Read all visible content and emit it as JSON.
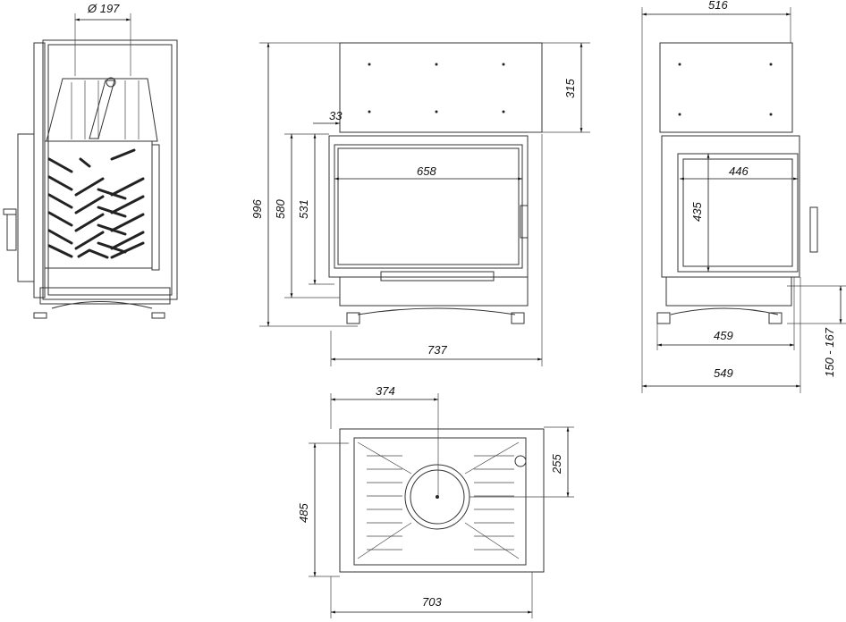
{
  "drawing": {
    "side_view": {
      "flue_diameter": "Ø 197"
    },
    "front_view": {
      "total_height": "996",
      "door_height": "580",
      "glass_height": "531",
      "top_height": "315",
      "offset": "33",
      "glass_width": "658",
      "total_width": "737"
    },
    "right_view": {
      "total_depth": "516",
      "glass_width": "446",
      "glass_height": "435",
      "base_width": "459",
      "total_width": "549",
      "leg_range": "150 - 167"
    },
    "plan_view": {
      "flue_offset_x": "374",
      "flue_offset_y": "255",
      "depth": "485",
      "width": "703"
    }
  }
}
